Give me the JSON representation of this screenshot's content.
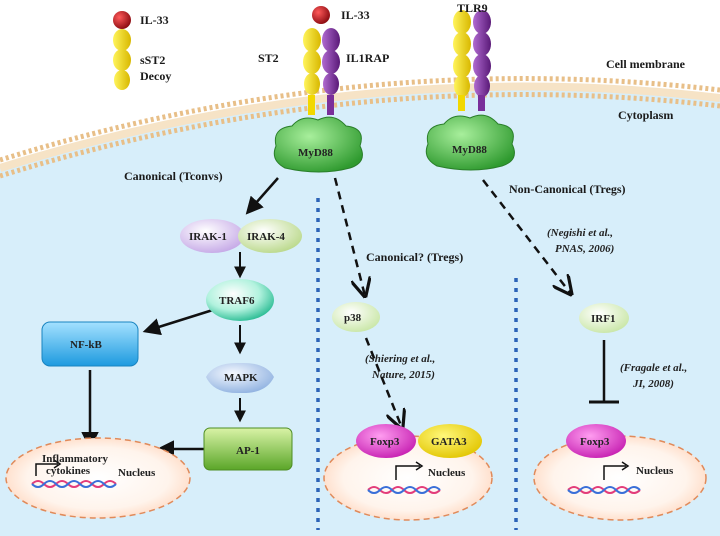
{
  "ligands": {
    "il33_left": "IL-33",
    "il33_mid": "IL-33",
    "tlr9": "TLR9"
  },
  "receptors": {
    "sst2_line1": "sST2",
    "sst2_line2": "Decoy",
    "st2": "ST2",
    "il1rap": "IL1RAP"
  },
  "regions": {
    "cell_membrane": "Cell membrane",
    "cytoplasm": "Cytoplasm"
  },
  "adaptors": {
    "myd88_left": "MyD88",
    "myd88_right": "MyD88"
  },
  "pathways": {
    "canonical_tconvs": "Canonical (Tconvs)",
    "canonical_tregs": "Canonical? (Tregs)",
    "noncanonical_tregs": "Non-Canonical (Tregs)"
  },
  "nodes": {
    "irak1": "IRAK-1",
    "irak4": "IRAK-4",
    "traf6": "TRAF6",
    "nfkb": "NF-kB",
    "mapk": "MAPK",
    "ap1": "AP-1",
    "p38": "p38",
    "irf1": "IRF1",
    "foxp3_mid": "Foxp3",
    "gata3": "GATA3",
    "foxp3_right": "Foxp3"
  },
  "nuclei": {
    "left_gene_line1": "Inflammatory",
    "left_gene_line2": "cytokines",
    "left": "Nucleus",
    "mid": "Nucleus",
    "right": "Nucleus"
  },
  "citations": {
    "negishi_line1": "(Negishi et al.,",
    "negishi_line2": "PNAS, 2006)",
    "shiering_line1": "(Shiering et al.,",
    "shiering_line2": "Nature, 2015)",
    "fragale_line1": "(Fragale et al.,",
    "fragale_line2": "JI, 2008)"
  },
  "colors": {
    "cytoplasm": "#d7eefa",
    "membrane_head": "#f3d6ad",
    "il33": "#b3141d",
    "st2": "#f5e21a",
    "il1rap": "#7a2f9a",
    "myd88": "#3fb23f",
    "traf6": "#2cc4a0",
    "nfkb": "#44b7ef",
    "mapk": "#8fb6e6",
    "ap1": "#84c23c",
    "foxp3": "#d93ec8",
    "gata3": "#f4e21b",
    "divider": "#2c63b7",
    "nucleus": "#ffe8d8"
  }
}
